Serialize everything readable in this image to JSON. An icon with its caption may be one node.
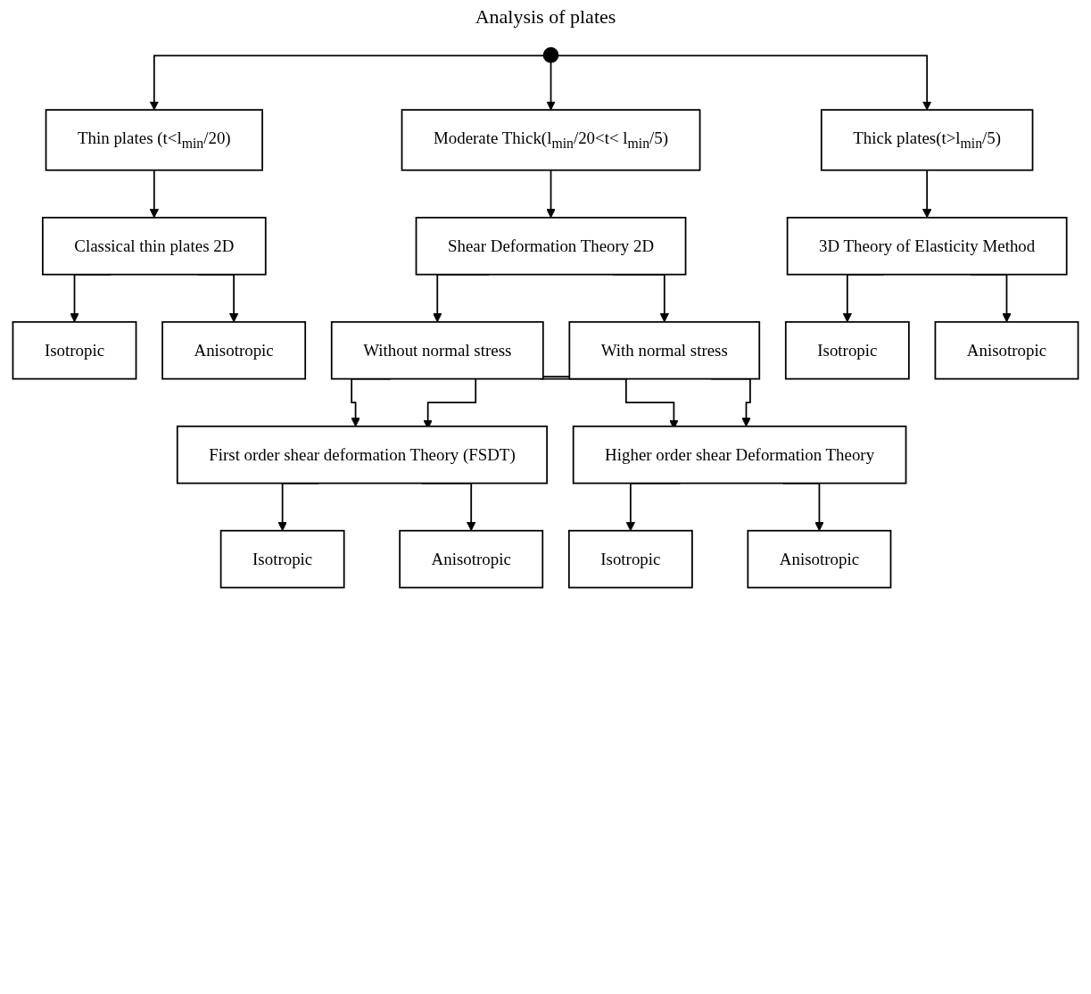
{
  "diagram": {
    "title": "Analysis of plates",
    "nodes": [
      {
        "text": [
          "Thin plates (t<l$_{min}$/20)"
        ]
      },
      {
        "text": [
          "Moderate Thick(l$_{min}$/20<t< l$_{min}$/5)"
        ]
      },
      {
        "text": [
          "Thick plates(t>l$_{min}$/5)"
        ]
      },
      {
        "text": [
          "Classical thin plates 2D"
        ]
      },
      {
        "text": [
          "Shear Deformation Theory 2D"
        ]
      },
      {
        "text": [
          "3D Theory of Elasticity Method"
        ]
      },
      {
        "text": [
          "Isotropic"
        ]
      },
      {
        "text": [
          "Anisotropic"
        ]
      },
      {
        "text": [
          "Without normal stress"
        ]
      },
      {
        "text": [
          "With normal stress"
        ]
      },
      {
        "text": [
          "Isotropic"
        ]
      },
      {
        "text": [
          "Anisotropic"
        ]
      },
      {
        "text": [
          "First order shear deformation Theory (FSDT)"
        ]
      },
      {
        "text": [
          "Higher order shear Deformation Theory"
        ]
      },
      {
        "text": [
          "Isotropic"
        ]
      },
      {
        "text": [
          "Anisotropic"
        ]
      },
      {
        "text": [
          "Isotropic"
        ]
      },
      {
        "text": [
          "Anisotropic"
        ]
      }
    ],
    "edges": [
      {
        "from": null,
        "to": 0,
        "arrow": "to"
      },
      {
        "from": null,
        "to": 1,
        "arrow": "to"
      },
      {
        "from": null,
        "to": 2,
        "arrow": "to"
      },
      {
        "from": 0,
        "to": 3,
        "arrow": "to"
      },
      {
        "from": 1,
        "to": 4,
        "arrow": "to"
      },
      {
        "from": 2,
        "to": 5,
        "arrow": "to"
      },
      {
        "from": 3,
        "to": 6,
        "arrow": "to"
      },
      {
        "from": 3,
        "to": 7,
        "arrow": "to"
      },
      {
        "from": 4,
        "to": 8,
        "arrow": "to"
      },
      {
        "from": 4,
        "to": 9,
        "arrow": "to"
      },
      {
        "from": 5,
        "to": 10,
        "arrow": "to"
      },
      {
        "from": 5,
        "to": 11,
        "arrow": "to"
      },
      {
        "from": 8,
        "to": 12,
        "arrow": "to"
      },
      {
        "from": 8,
        "to": 13,
        "arrow": "to"
      },
      {
        "from": 9,
        "to": 12,
        "arrow": "to"
      },
      {
        "from": 9,
        "to": 13,
        "arrow": "to"
      },
      {
        "from": 12,
        "to": 14,
        "arrow": "to"
      },
      {
        "from": 12,
        "to": 15,
        "arrow": "to"
      },
      {
        "from": 13,
        "to": 16,
        "arrow": "to"
      },
      {
        "from": 13,
        "to": 17,
        "arrow": "to"
      }
    ]
  }
}
